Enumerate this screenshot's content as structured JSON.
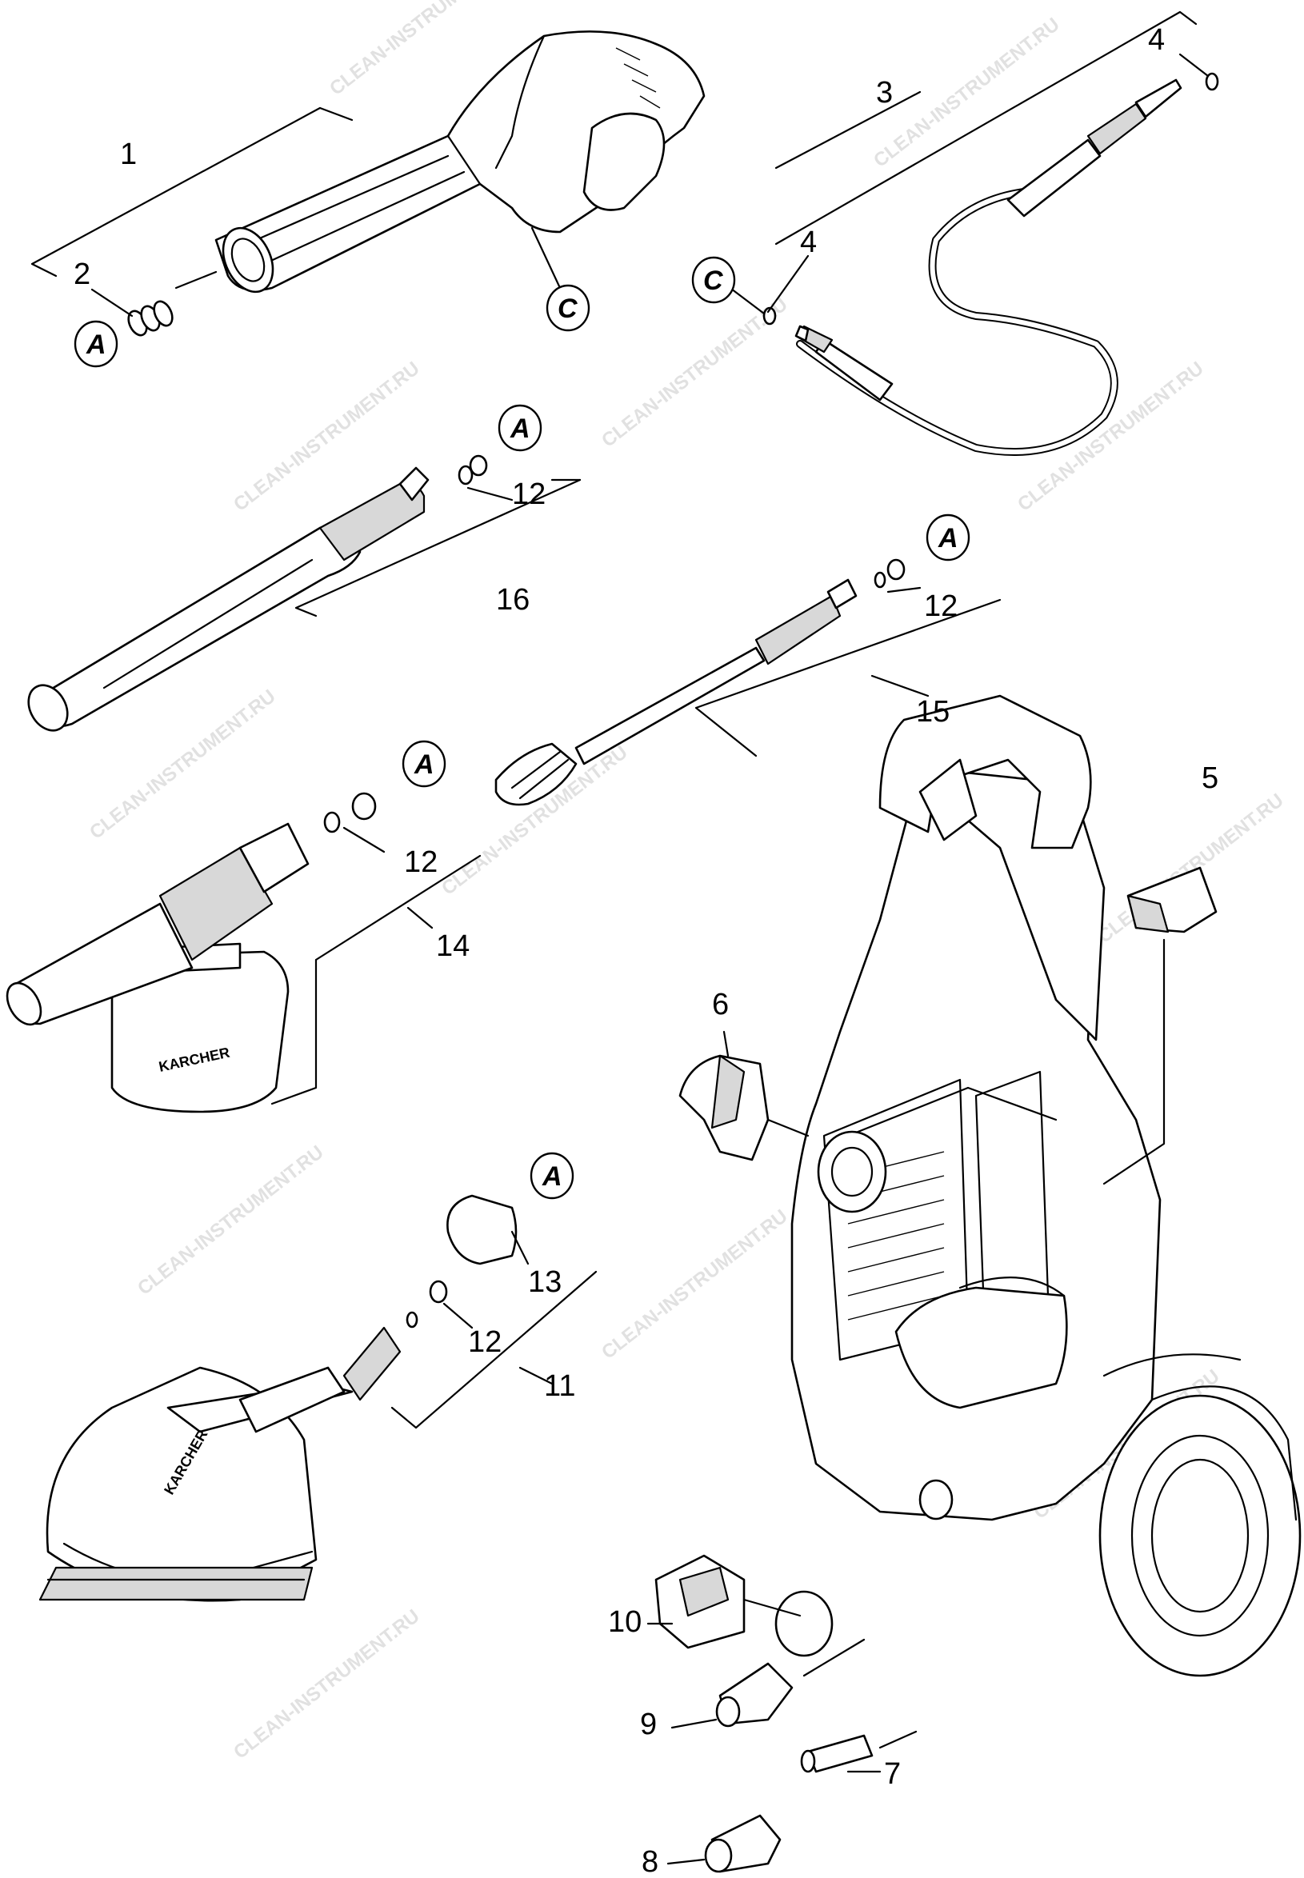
{
  "watermark": "CLEAN-INSTRUMENT.RU",
  "brand": "KARCHER",
  "labels": {
    "l1": "1",
    "l2": "2",
    "l3": "3",
    "l4a": "4",
    "l4b": "4",
    "l5": "5",
    "l6": "6",
    "l7": "7",
    "l8": "8",
    "l9": "9",
    "l10": "10",
    "l11": "11",
    "l12a": "12",
    "l12b": "12",
    "l12c": "12",
    "l12d": "12",
    "l13": "13",
    "l14": "14",
    "l15": "15",
    "l16": "16"
  },
  "refs": {
    "a1": "A",
    "a2": "A",
    "a3": "A",
    "a4": "A",
    "a5": "A",
    "c1": "C",
    "c2": "C"
  }
}
